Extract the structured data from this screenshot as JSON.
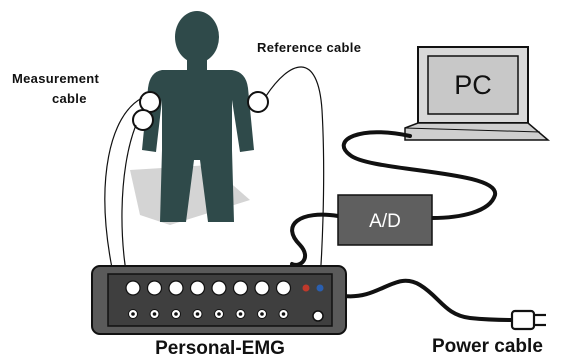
{
  "labels": {
    "measurement_line1": "Measurement",
    "measurement_line2": "cable",
    "reference": "Reference cable",
    "pc": "PC",
    "ad": "A/D",
    "device": "Personal-EMG",
    "power": "Power cable"
  },
  "device": {
    "top_row_sockets": 8,
    "bottom_row_sockets": 8,
    "indicator_colors": [
      "#c0392b",
      "#2a5fb0"
    ]
  },
  "colors": {
    "body": "#2f4a4a",
    "box": "#5f5f5f",
    "device_face": "#4a4a4a",
    "cable": "#111111"
  }
}
